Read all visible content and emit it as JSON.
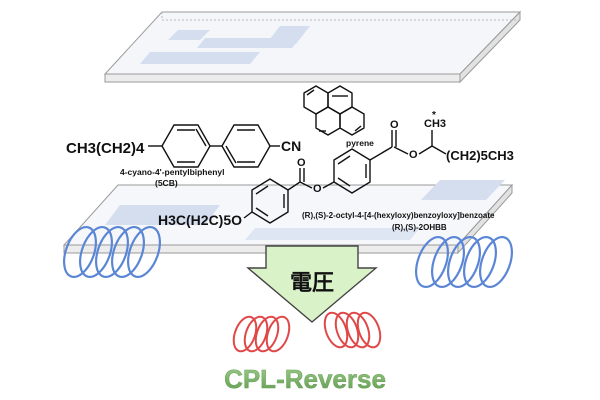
{
  "labels": {
    "chain_left": "CH3(CH2)4",
    "cn": "CN",
    "cb_name": "4-cyano-4'-pentylbiphenyl",
    "cb_abbr": "(5CB)",
    "pyrene": "pyrene",
    "ch3_star": "CH3",
    "star": "*",
    "chain_right": "(CH2)5CH3",
    "o_left": "O",
    "o_right": "O",
    "o_top_left": "O",
    "o_top_right": "O",
    "h3c_left": "H3C(H2C)5O",
    "ohbb_name": "(R),(S)-2-octyl-4-[4-(hexyloxy)benzoyloxy]benzoate",
    "ohbb_abbr": "(R),(S)-2OHBB",
    "arrow_text": "電圧",
    "cpl": "CPL-Reverse"
  },
  "colors": {
    "glass_fill": "#dbe3f2",
    "helix_blue": "#5b86d6",
    "helix_red": "#e04848",
    "arrow_fill": "#d9f2c8",
    "cpl_text": "#7fb56c"
  }
}
